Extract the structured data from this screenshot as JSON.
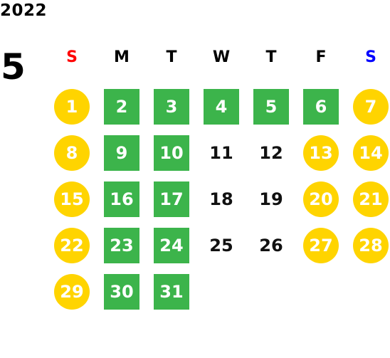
{
  "year": "2022",
  "month": "5",
  "colors": {
    "weekend": "#ffd400",
    "business": "#3cb44b",
    "sunday_label": "#ff0000",
    "saturday_label": "#0000ff",
    "weekday_label": "#000000"
  },
  "weekdays": [
    {
      "label": "S",
      "kind": "sun"
    },
    {
      "label": "M",
      "kind": "wd"
    },
    {
      "label": "T",
      "kind": "wd"
    },
    {
      "label": "W",
      "kind": "wd"
    },
    {
      "label": "T",
      "kind": "wd"
    },
    {
      "label": "F",
      "kind": "wd"
    },
    {
      "label": "S",
      "kind": "sat"
    }
  ],
  "days": [
    {
      "day": "1",
      "style": "circle"
    },
    {
      "day": "2",
      "style": "square"
    },
    {
      "day": "3",
      "style": "square"
    },
    {
      "day": "4",
      "style": "square"
    },
    {
      "day": "5",
      "style": "square"
    },
    {
      "day": "6",
      "style": "square"
    },
    {
      "day": "7",
      "style": "circle"
    },
    {
      "day": "8",
      "style": "circle"
    },
    {
      "day": "9",
      "style": "square"
    },
    {
      "day": "10",
      "style": "square"
    },
    {
      "day": "11",
      "style": "plain"
    },
    {
      "day": "12",
      "style": "plain"
    },
    {
      "day": "13",
      "style": "circle"
    },
    {
      "day": "14",
      "style": "circle"
    },
    {
      "day": "15",
      "style": "circle"
    },
    {
      "day": "16",
      "style": "square"
    },
    {
      "day": "17",
      "style": "square"
    },
    {
      "day": "18",
      "style": "plain"
    },
    {
      "day": "19",
      "style": "plain"
    },
    {
      "day": "20",
      "style": "circle"
    },
    {
      "day": "21",
      "style": "circle"
    },
    {
      "day": "22",
      "style": "circle"
    },
    {
      "day": "23",
      "style": "square"
    },
    {
      "day": "24",
      "style": "square"
    },
    {
      "day": "25",
      "style": "plain"
    },
    {
      "day": "26",
      "style": "plain"
    },
    {
      "day": "27",
      "style": "circle"
    },
    {
      "day": "28",
      "style": "circle"
    },
    {
      "day": "29",
      "style": "circle"
    },
    {
      "day": "30",
      "style": "square"
    },
    {
      "day": "31",
      "style": "square"
    }
  ]
}
